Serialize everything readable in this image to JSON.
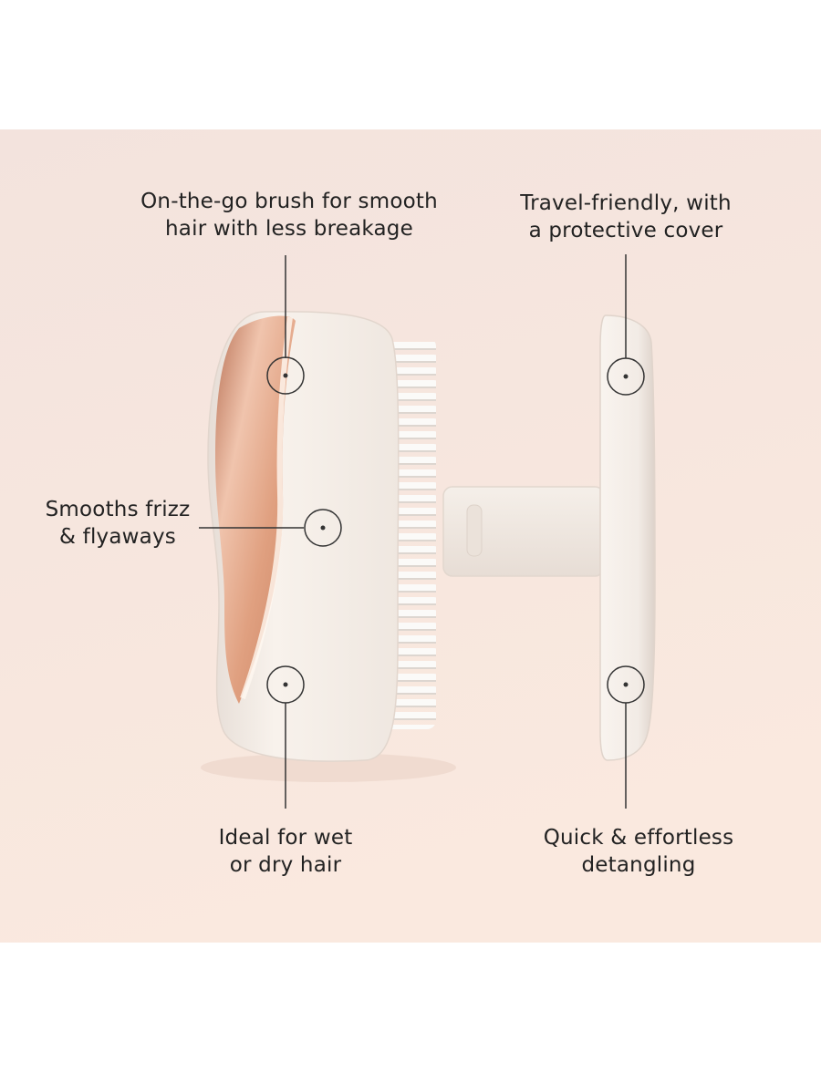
{
  "colors": {
    "background_top": "#f3e3dd",
    "background_bottom": "#fae9df",
    "brush_body": "#f7f0ea",
    "accent_rose_gold": "#e3a98c",
    "bristles": "#f8f6f4",
    "label_text": "#222222",
    "callout_line": "#333333"
  },
  "callouts": {
    "top_left": {
      "line1": "On-the-go brush for smooth",
      "line2": "hair with less breakage"
    },
    "top_right": {
      "line1": "Travel-friendly, with",
      "line2": "a protective cover"
    },
    "mid_left": {
      "line1": "Smooths frizz",
      "line2": "& flyaways"
    },
    "bottom_left": {
      "line1": "Ideal for wet",
      "line2": "or dry hair"
    },
    "bottom_right": {
      "line1": "Quick & effortless",
      "line2": "detangling"
    }
  }
}
